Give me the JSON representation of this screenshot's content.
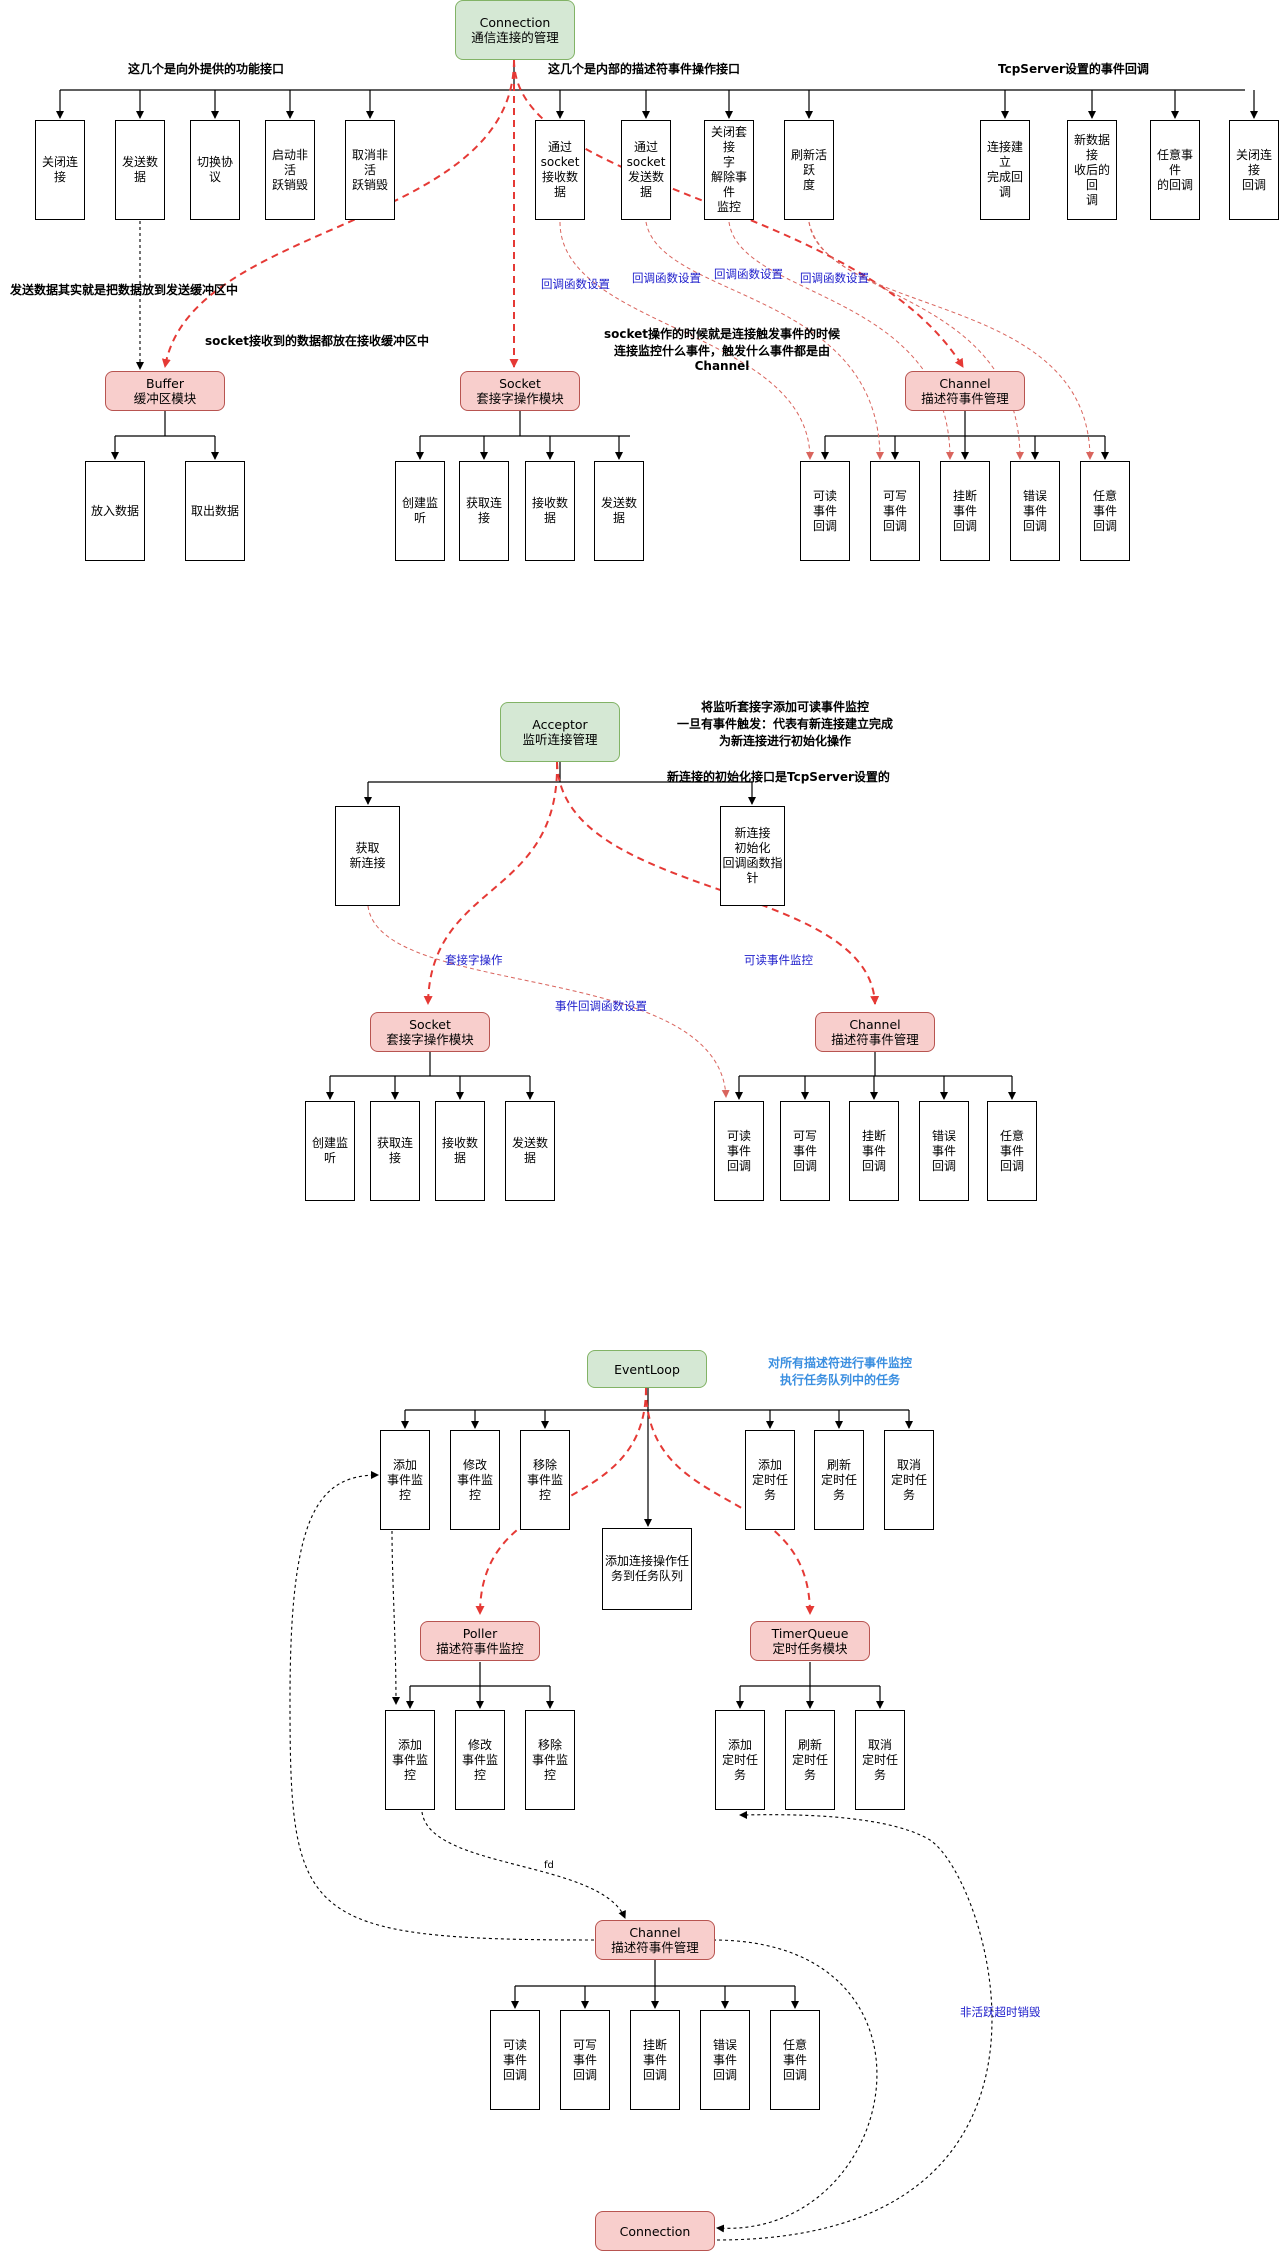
{
  "conn": {
    "top": "Connection\n通信连接的管理",
    "note_external": "这几个是向外提供的功能接口",
    "note_internal": "这几个是内部的描述符事件操作接口",
    "note_tcpserver": "TcpServer设置的事件回调",
    "note_send": "发送数据其实就是把数据放到发送缓冲区中",
    "note_recv": "socket接收到的数据都放在接收缓冲区中",
    "note_channel": "socket操作的时候就是连接触发事件的时候\n连接监控什么事件，触发什么事件都是由Channel",
    "cb_set": "回调函数设置",
    "ext": [
      "关闭连接",
      "发送数据",
      "切换协议",
      "启动非活\n跃销毁",
      "取消非活\n跃销毁"
    ],
    "int": [
      "通过\nsocket\n接收数据",
      "通过\nsocket\n发送数据",
      "关闭套接\n字\n解除事件\n监控",
      "刷新活跃\n度"
    ],
    "tcp": [
      "连接建立\n完成回调",
      "新数据接\n收后的回\n调",
      "任意事件\n的回调",
      "关闭连接\n回调"
    ],
    "buffer": "Buffer\n缓冲区模块",
    "buffer_items": [
      "放入数据",
      "取出数据"
    ],
    "socket": "Socket\n套接字操作模块",
    "socket_items": [
      "创建监听",
      "获取连接",
      "接收数据",
      "发送数据"
    ],
    "channel": "Channel\n描述符事件管理",
    "channel_items": [
      "可读\n事件\n回调",
      "可写\n事件\n回调",
      "挂断\n事件\n回调",
      "错误\n事件\n回调",
      "任意\n事件\n回调"
    ]
  },
  "acc": {
    "top": "Acceptor\n监听连接管理",
    "note1": "将监听套接字添加可读事件监控\n一旦有事件触发：代表有新连接建立完成\n为新连接进行初始化操作",
    "note2": "新连接的初始化接口是TcpServer设置的",
    "get_conn": "获取\n新连接",
    "init_cb": "新连接\n初始化\n回调函数指\n针",
    "lbl_socket": "套接字操作",
    "lbl_event": "可读事件监控",
    "lbl_cb": "事件回调函数设置",
    "socket": "Socket\n套接字操作模块",
    "socket_items": [
      "创建监听",
      "获取连接",
      "接收数据",
      "发送数据"
    ],
    "channel": "Channel\n描述符事件管理",
    "channel_items": [
      "可读\n事件\n回调",
      "可写\n事件\n回调",
      "挂断\n事件\n回调",
      "错误\n事件\n回调",
      "任意\n事件\n回调"
    ]
  },
  "loop": {
    "top": "EventLoop",
    "note": "对所有描述符进行事件监控\n执行任务队列中的任务",
    "row": [
      "添加\n事件监控",
      "修改\n事件监控",
      "移除\n事件监控",
      "添加\n定时任务",
      "刷新\n定时任务",
      "取消\n定时任务"
    ],
    "task": "添加连接操作任\n务到任务队列",
    "poller": "Poller\n描述符事件监控",
    "poller_items": [
      "添加\n事件监控",
      "修改\n事件监控",
      "移除\n事件监控"
    ],
    "timer": "TimerQueue\n定时任务模块",
    "timer_items": [
      "添加\n定时任务",
      "刷新\n定时任务",
      "取消\n定时任务"
    ],
    "fd": "fd",
    "channel": "Channel\n描述符事件管理",
    "channel_items": [
      "可读\n事件\n回调",
      "可写\n事件\n回调",
      "挂断\n事件\n回调",
      "错误\n事件\n回调",
      "任意\n事件\n回调"
    ],
    "inactive": "非活跃超时销毁",
    "connection": "Connection"
  }
}
